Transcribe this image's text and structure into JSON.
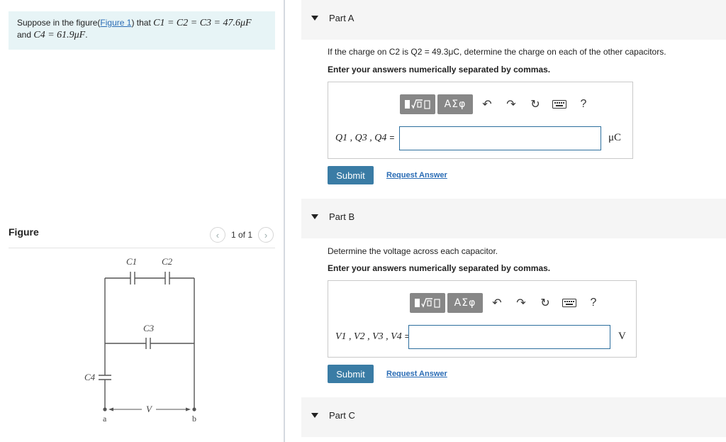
{
  "problem": {
    "text_prefix": "Suppose in the figure(",
    "figure_link": "Figure 1",
    "text_mid": ") that ",
    "given_1": "C1 = C2 = C3 = 47.6μF",
    "given_2_prefix": "and ",
    "given_2": "C4 = 61.9μF",
    "given_2_suffix": "."
  },
  "figure": {
    "title": "Figure",
    "pager": "1 of 1",
    "prev_icon": "chevron-left-icon",
    "next_icon": "chevron-right-icon",
    "labels": {
      "c1": "C1",
      "c2": "C2",
      "c3": "C3",
      "c4": "C4",
      "v": "V",
      "a": "a",
      "b": "b"
    }
  },
  "toolbar": {
    "templates_icon": "templates-icon",
    "symbols_label": "ΑΣφ",
    "undo_icon": "undo-icon",
    "redo_icon": "redo-icon",
    "reset_icon": "reset-icon",
    "keyboard_icon": "keyboard-icon",
    "help_label": "?"
  },
  "parts": [
    {
      "title": "Part A",
      "question": "If the charge on C2 is Q2 = 49.3μC, determine the charge on each of the other capacitors.",
      "instruction": "Enter your answers numerically separated by commas.",
      "answer_label": "Q1 , Q3 , Q4",
      "equals": "=",
      "input_value": "",
      "unit": "μC",
      "submit_label": "Submit",
      "request_label": "Request Answer"
    },
    {
      "title": "Part B",
      "question": "Determine the voltage across each capacitor.",
      "instruction": "Enter your answers numerically separated by commas.",
      "answer_label": "V1 , V2 , V3 , V4",
      "equals": "=",
      "input_value": "",
      "unit": "V",
      "submit_label": "Submit",
      "request_label": "Request Answer"
    },
    {
      "title": "Part C"
    }
  ],
  "colors": {
    "accent": "#3a7ca5",
    "link": "#2a6cb5",
    "problem_bg": "#e7f4f6",
    "toolbar_btn": "#878787"
  }
}
